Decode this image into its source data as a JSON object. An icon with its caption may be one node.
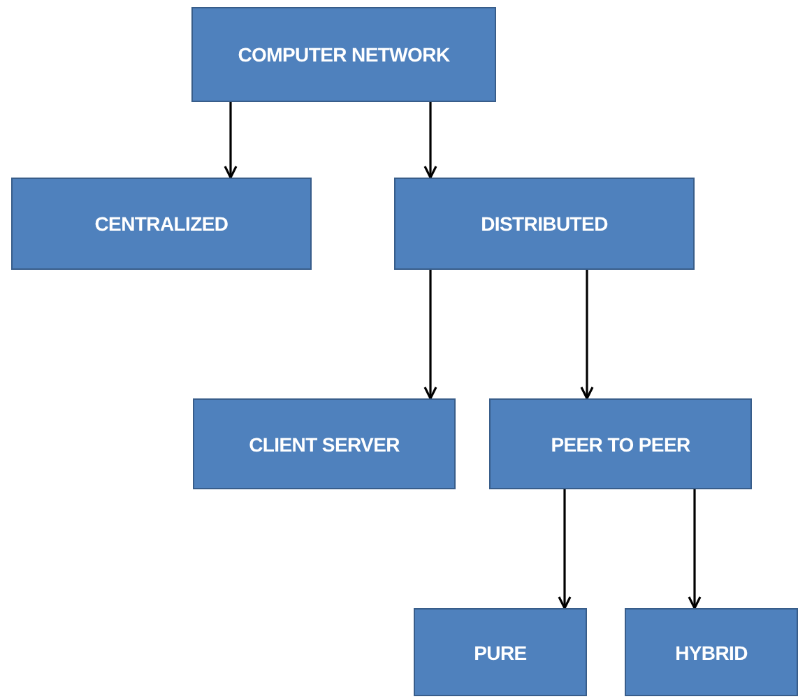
{
  "diagram": {
    "nodes": [
      {
        "text": [
          "COMPUTER NETWORK"
        ]
      },
      {
        "text": [
          "CENTRALIZED"
        ]
      },
      {
        "text": [
          "DISTRIBUTED"
        ]
      },
      {
        "text": [
          "CLIENT SERVER"
        ]
      },
      {
        "text": [
          "PEER TO PEER"
        ]
      },
      {
        "text": [
          "PURE"
        ]
      },
      {
        "text": [
          "HYBRID"
        ]
      }
    ],
    "edges": [
      {
        "from": 0,
        "to": 1,
        "arrow": "to"
      },
      {
        "from": 0,
        "to": 2,
        "arrow": "to"
      },
      {
        "from": 2,
        "to": 3,
        "arrow": "to"
      },
      {
        "from": 2,
        "to": 4,
        "arrow": "to"
      },
      {
        "from": 4,
        "to": 5,
        "arrow": "to"
      },
      {
        "from": 4,
        "to": 6,
        "arrow": "to"
      }
    ]
  }
}
